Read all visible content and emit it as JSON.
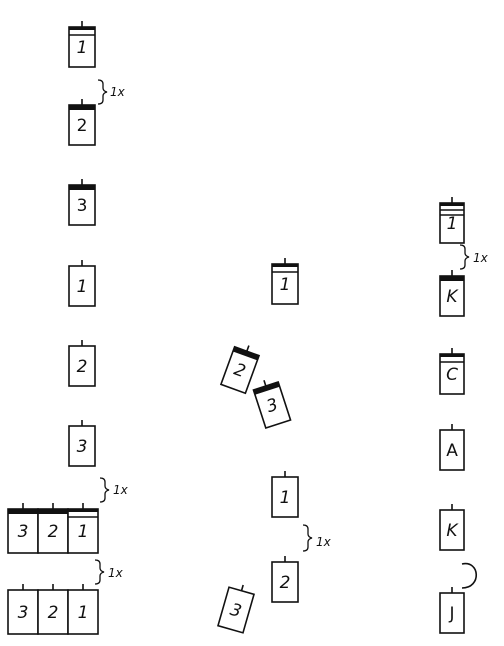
{
  "columns": {
    "left": {
      "single_cells": [
        {
          "label": "1",
          "top_band": "double",
          "italic": true
        },
        {
          "label": "2",
          "top_band": "thick",
          "italic": false
        },
        {
          "label": "3",
          "top_band": "thick",
          "italic": false
        },
        {
          "label": "1",
          "top_band": "none",
          "italic": true
        },
        {
          "label": "2",
          "top_band": "none",
          "italic": true
        },
        {
          "label": "3",
          "top_band": "none",
          "italic": true
        }
      ],
      "rows": [
        {
          "labels": [
            "3",
            "2",
            "1"
          ],
          "top_band": [
            "thick",
            "thick",
            "double"
          ]
        },
        {
          "labels": [
            "3",
            "2",
            "1"
          ],
          "top_band": [
            "none",
            "none",
            "none"
          ]
        }
      ],
      "repeats": [
        "1x",
        "1x",
        "1x"
      ]
    },
    "middle": {
      "cells": [
        {
          "label": "1",
          "top_band": "double",
          "tilt": "none"
        },
        {
          "label": "2",
          "top_band": "thick",
          "tilt": "right"
        },
        {
          "label": "3",
          "top_band": "thick",
          "tilt": "left"
        },
        {
          "label": "1",
          "top_band": "none",
          "tilt": "none"
        },
        {
          "label": "2",
          "top_band": "none",
          "tilt": "none"
        },
        {
          "label": "3",
          "top_band": "none",
          "tilt": "right"
        }
      ],
      "repeats": [
        "1x"
      ]
    },
    "right": {
      "cells": [
        {
          "label": "1",
          "top_band": "triple",
          "italic": true
        },
        {
          "label": "K",
          "top_band": "thick",
          "italic": true
        },
        {
          "label": "C",
          "top_band": "double",
          "italic": true
        },
        {
          "label": "A",
          "top_band": "none",
          "italic": false
        },
        {
          "label": "K",
          "top_band": "none",
          "italic": true
        },
        {
          "label": "J",
          "top_band": "none",
          "italic": false
        }
      ],
      "repeats": [
        "1x"
      ]
    }
  }
}
